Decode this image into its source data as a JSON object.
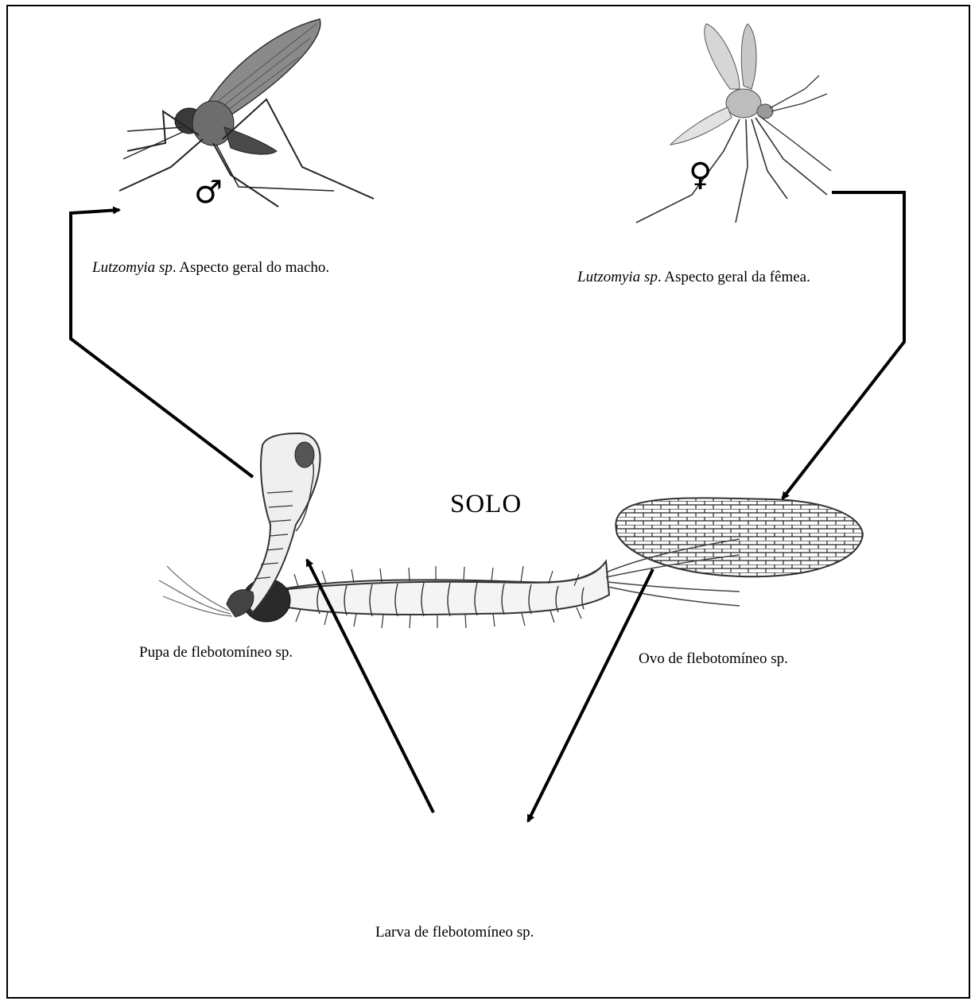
{
  "diagram": {
    "center_label": "SOLO",
    "stages": [
      {
        "id": "male",
        "species": "Lutzomyia sp",
        "text": ". Aspecto geral do macho.",
        "symbol": "♂"
      },
      {
        "id": "female",
        "species": "Lutzomyia sp",
        "text": ". Aspecto geral da fêmea.",
        "symbol": "♀"
      },
      {
        "id": "egg",
        "text": "Ovo de flebotomíneo sp."
      },
      {
        "id": "larva",
        "text": "Larva de flebotomíneo sp."
      },
      {
        "id": "pupa",
        "text": "Pupa de flebotomíneo sp."
      }
    ],
    "cycle_order": [
      "female",
      "egg",
      "larva",
      "pupa",
      "male"
    ]
  }
}
